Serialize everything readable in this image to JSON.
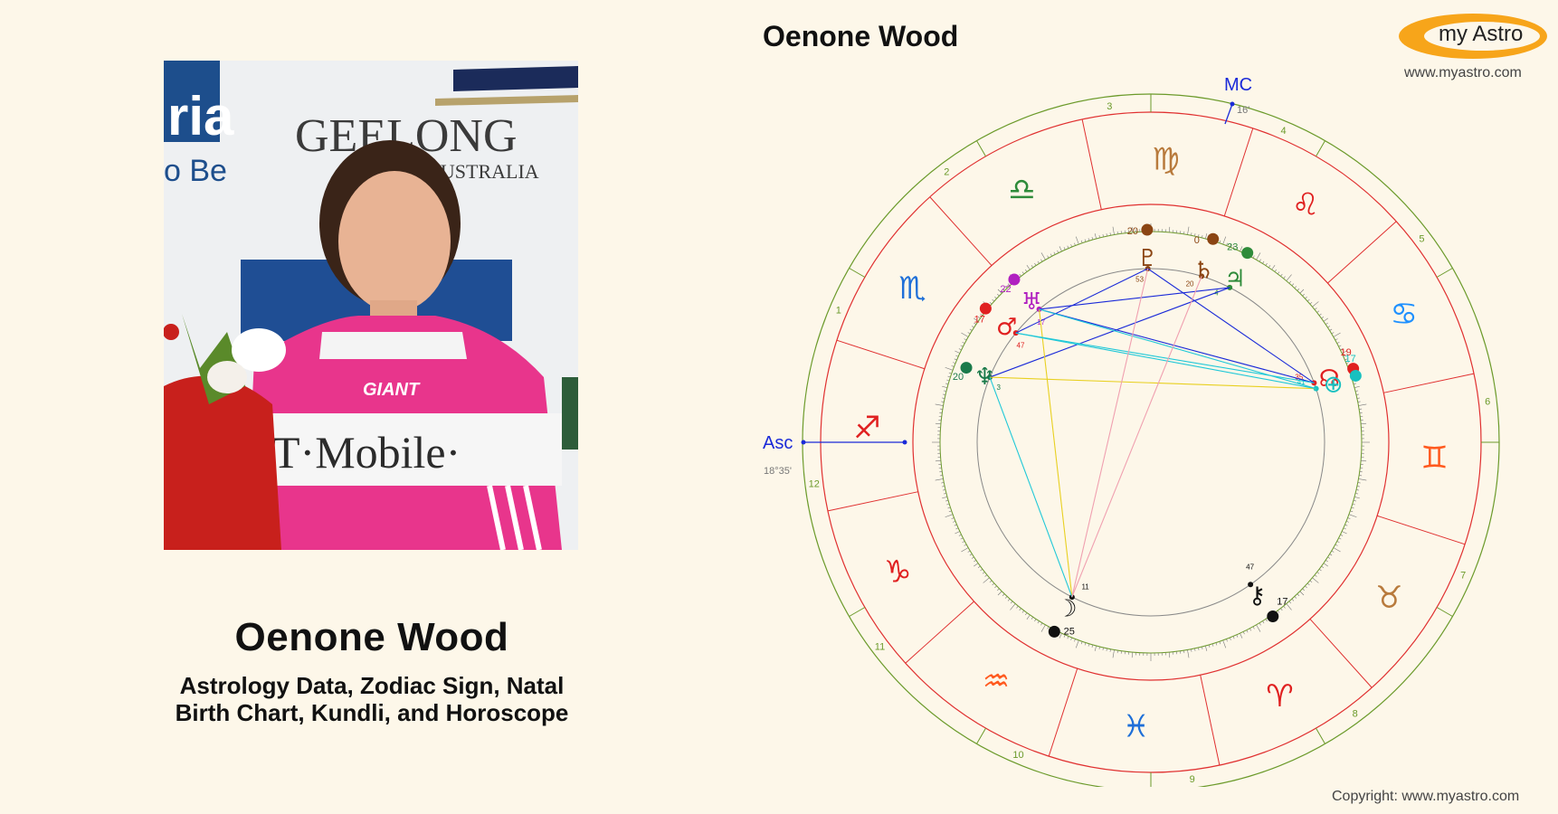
{
  "chart_title": "Oenone Wood",
  "left": {
    "name": "Oenone Wood",
    "subtitle_line1": "Astrology Data, Zodiac Sign, Natal",
    "subtitle_line2": "Birth Chart, Kundli, and Horoscope"
  },
  "logo": {
    "text": "my Astro",
    "site": "www.myastro.com"
  },
  "copyright": "Copyright: www.myastro.com",
  "photo": {
    "backdrop_text1": "GEELONG",
    "backdrop_text2": "AUSTRALIA",
    "banner_text1": "ria",
    "banner_text2": "o Be",
    "jersey_text": "T·Mobile·",
    "jersey_brand": "GIANT"
  },
  "wheel": {
    "asc_label": "Asc",
    "asc_degree": "18°35'",
    "mc_label": "MC",
    "mc_degree": "16'",
    "house_numbers": [
      "1",
      "2",
      "3",
      "4",
      "5",
      "6",
      "7",
      "8",
      "9",
      "10",
      "11",
      "12"
    ],
    "signs": [
      {
        "name": "capricorn",
        "glyph": "♑",
        "color": "#e02020"
      },
      {
        "name": "aquarius",
        "glyph": "♒",
        "color": "#ff5a1f"
      },
      {
        "name": "pisces",
        "glyph": "♓",
        "color": "#1e6fd8"
      },
      {
        "name": "aries",
        "glyph": "♈",
        "color": "#e02020"
      },
      {
        "name": "taurus",
        "glyph": "♉",
        "color": "#b87a3c"
      },
      {
        "name": "gemini",
        "glyph": "♊",
        "color": "#ff5a1f"
      },
      {
        "name": "cancer",
        "glyph": "♋",
        "color": "#1e90ff"
      },
      {
        "name": "leo",
        "glyph": "♌",
        "color": "#e02020"
      },
      {
        "name": "virgo",
        "glyph": "♍",
        "color": "#b87a3c"
      },
      {
        "name": "libra",
        "glyph": "♎",
        "color": "#2e8b3a"
      },
      {
        "name": "scorpio",
        "glyph": "♏",
        "color": "#1e6fd8"
      },
      {
        "name": "sagittarius",
        "glyph": "♐",
        "color": "#e02020"
      }
    ],
    "planets": [
      {
        "name": "pluto",
        "glyph": "♇",
        "color": "#8b4513",
        "degree": "20"
      },
      {
        "name": "saturn",
        "glyph": "♄",
        "color": "#8b4513",
        "degree": "0"
      },
      {
        "name": "jupiter",
        "glyph": "♃",
        "color": "#2e8b3a",
        "degree": "23"
      },
      {
        "name": "uranus",
        "glyph": "♅",
        "color": "#b020c0",
        "degree": "22"
      },
      {
        "name": "mars",
        "glyph": "♂",
        "color": "#e02020",
        "degree": "17"
      },
      {
        "name": "neptune",
        "glyph": "♆",
        "color": "#1a7a4a",
        "degree": "20"
      },
      {
        "name": "node",
        "glyph": "☊",
        "color": "#e02020",
        "degree": "19"
      },
      {
        "name": "fortune",
        "glyph": "⊕",
        "color": "#18c0c0",
        "degree": "17"
      },
      {
        "name": "moon",
        "glyph": "☽",
        "color": "#111111",
        "degree": "25"
      },
      {
        "name": "chiron",
        "glyph": "⚷",
        "color": "#111111",
        "degree": "17"
      }
    ],
    "minor_labels": [
      "53",
      "20",
      "4",
      "17",
      "47",
      "3",
      "35",
      "41",
      "11",
      "47"
    ],
    "colors": {
      "outer_ring": "#6b9a2a",
      "house_lines": "#e03030",
      "inner_circle": "#888888",
      "aspect_blue": "#1a2ad8",
      "aspect_cyan": "#20c8d8",
      "aspect_yellow": "#e8d020",
      "aspect_pink": "#f0a0b0"
    }
  }
}
